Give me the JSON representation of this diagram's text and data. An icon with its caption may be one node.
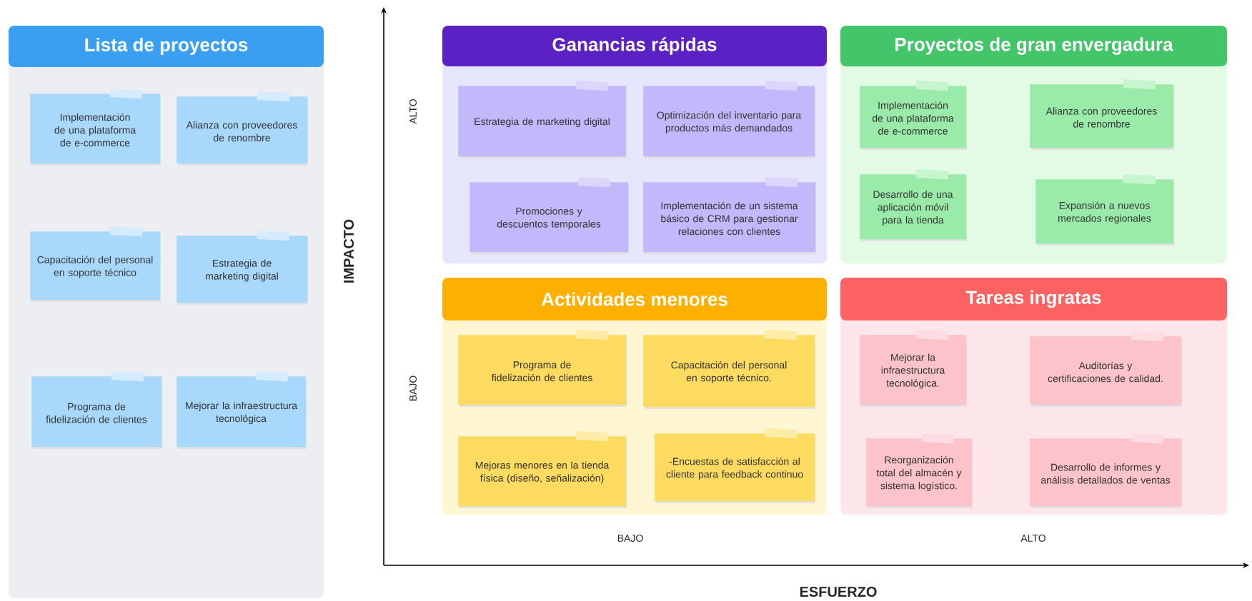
{
  "diagram": {
    "nodes": [
      {
        "text": [
          "Lista de proyectos"
        ]
      },
      {
        "text": [
          "Implementación de una plataforma de e-commerce"
        ],
        "in": 0
      },
      {
        "text": [
          "Alianza con proveedores de renombre"
        ],
        "in": 0
      },
      {
        "text": [
          "Capacitación del personal en soporte técnico"
        ],
        "in": 0
      },
      {
        "text": [
          "Estrategia de marketing digital"
        ],
        "in": 0
      },
      {
        "text": [
          "Programa de fidelización de clientes"
        ],
        "in": 0
      },
      {
        "text": [
          "Mejorar la infraestructura tecnológica"
        ],
        "in": 0
      },
      {
        "text": [
          "Ganancias rápidas"
        ]
      },
      {
        "text": [
          "Estrategia de marketing digital"
        ],
        "in": 7
      },
      {
        "text": [
          "Optimización del inventario para productos más demandados"
        ],
        "in": 7
      },
      {
        "text": [
          "Promociones y descuentos temporales"
        ],
        "in": 7
      },
      {
        "text": [
          "Implementación de un sistema básico de CRM para gestionar relaciones con clientes"
        ],
        "in": 7
      },
      {
        "text": [
          "Proyectos de gran envergadura"
        ]
      },
      {
        "text": [
          "Implementación de una plataforma de e-commerce"
        ],
        "in": 12
      },
      {
        "text": [
          "Alianza con proveedores de renombre"
        ],
        "in": 12
      },
      {
        "text": [
          "Desarrollo de una aplicación móvil para la tienda"
        ],
        "in": 12
      },
      {
        "text": [
          "Expansión a nuevos mercados regionales"
        ],
        "in": 12
      },
      {
        "text": [
          "Actividades menores"
        ]
      },
      {
        "text": [
          "Programa de fidelización de clientes"
        ],
        "in": 17
      },
      {
        "text": [
          "Capacitación del personal en soporte técnico."
        ],
        "in": 17
      },
      {
        "text": [
          "Mejoras menores en la tienda física (diseño, señalización)"
        ],
        "in": 17
      },
      {
        "text": [
          "-Encuestas de satisfacción al cliente para feedback continuo"
        ],
        "in": 17
      },
      {
        "text": [
          "Tareas ingratas"
        ]
      },
      {
        "text": [
          "Mejorar la infraestructura tecnológica."
        ],
        "in": 22
      },
      {
        "text": [
          "Auditorías y certificaciones de calidad."
        ],
        "in": 22
      },
      {
        "text": [
          "Reorganización total del almacén y sistema logístico."
        ],
        "in": 22
      },
      {
        "text": [
          "Desarrollo de informes y análisis detallados de ventas"
        ],
        "in": 22
      }
    ],
    "labels": [
      "ALTO",
      "IMPACTO",
      "BAJO",
      "BAJO",
      "ALTO",
      "ESFUERZO"
    ]
  }
}
